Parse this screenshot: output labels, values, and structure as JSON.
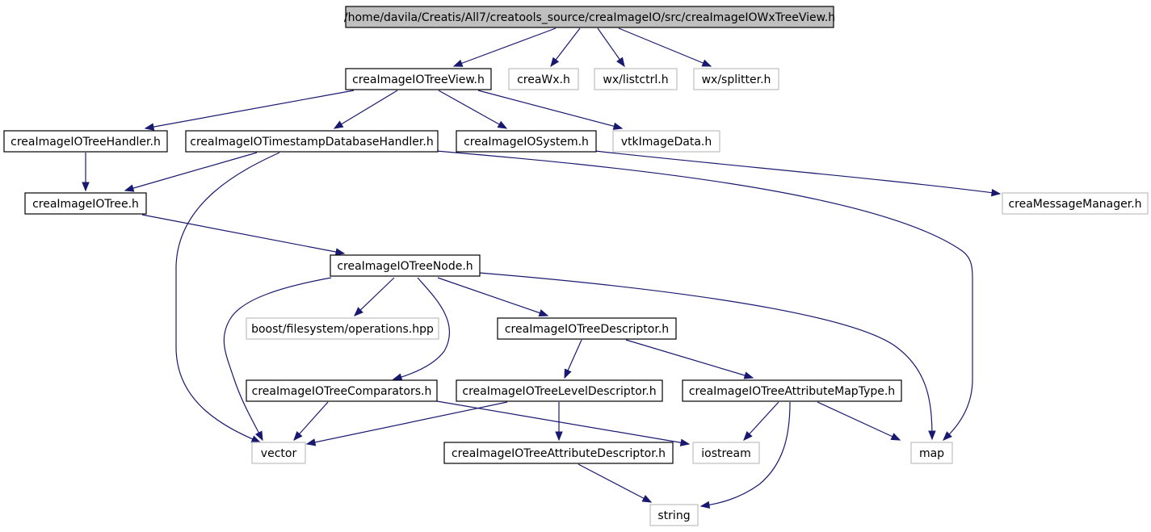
{
  "colors": {
    "edge": "#191970",
    "root_fill": "#bfbfbf",
    "root_border": "#000000",
    "internal_border": "#000000",
    "external_border": "#bfbfbf",
    "background": "#ffffff"
  },
  "nodes": {
    "wxtreeview": {
      "label": "/home/davila/Creatis/All7/creatools_source/creaImageIO/src/creaImageIOWxTreeView.h",
      "kind": "root"
    },
    "treeview": {
      "label": "creaImageIOTreeView.h",
      "kind": "internal"
    },
    "creawx": {
      "label": "creaWx.h",
      "kind": "external"
    },
    "listctrl": {
      "label": "wx/listctrl.h",
      "kind": "external"
    },
    "splitter": {
      "label": "wx/splitter.h",
      "kind": "external"
    },
    "treehandler": {
      "label": "creaImageIOTreeHandler.h",
      "kind": "internal"
    },
    "timestampdb": {
      "label": "creaImageIOTimestampDatabaseHandler.h",
      "kind": "internal"
    },
    "system": {
      "label": "creaImageIOSystem.h",
      "kind": "internal"
    },
    "vtkimagedata": {
      "label": "vtkImageData.h",
      "kind": "external"
    },
    "tree": {
      "label": "creaImageIOTree.h",
      "kind": "internal"
    },
    "messagemanager": {
      "label": "creaMessageManager.h",
      "kind": "external"
    },
    "treenode": {
      "label": "creaImageIOTreeNode.h",
      "kind": "internal"
    },
    "boostfs": {
      "label": "boost/filesystem/operations.hpp",
      "kind": "external"
    },
    "treedescriptor": {
      "label": "creaImageIOTreeDescriptor.h",
      "kind": "internal"
    },
    "comparators": {
      "label": "creaImageIOTreeComparators.h",
      "kind": "internal"
    },
    "leveldescriptor": {
      "label": "creaImageIOTreeLevelDescriptor.h",
      "kind": "internal"
    },
    "attrmaptype": {
      "label": "creaImageIOTreeAttributeMapType.h",
      "kind": "internal"
    },
    "vector": {
      "label": "vector",
      "kind": "external"
    },
    "attrdescriptor": {
      "label": "creaImageIOTreeAttributeDescriptor.h",
      "kind": "internal"
    },
    "iostream": {
      "label": "iostream",
      "kind": "external"
    },
    "map": {
      "label": "map",
      "kind": "external"
    },
    "string": {
      "label": "string",
      "kind": "external"
    }
  },
  "edges": [
    {
      "from": "wxtreeview",
      "to": "treeview"
    },
    {
      "from": "wxtreeview",
      "to": "creawx"
    },
    {
      "from": "wxtreeview",
      "to": "listctrl"
    },
    {
      "from": "wxtreeview",
      "to": "splitter"
    },
    {
      "from": "treeview",
      "to": "treehandler"
    },
    {
      "from": "treeview",
      "to": "timestampdb"
    },
    {
      "from": "treeview",
      "to": "system"
    },
    {
      "from": "treeview",
      "to": "vtkimagedata"
    },
    {
      "from": "treehandler",
      "to": "tree"
    },
    {
      "from": "timestampdb",
      "to": "tree"
    },
    {
      "from": "timestampdb",
      "to": "vector"
    },
    {
      "from": "timestampdb",
      "to": "map"
    },
    {
      "from": "system",
      "to": "messagemanager"
    },
    {
      "from": "tree",
      "to": "treenode"
    },
    {
      "from": "treenode",
      "to": "vector"
    },
    {
      "from": "treenode",
      "to": "boostfs"
    },
    {
      "from": "treenode",
      "to": "comparators"
    },
    {
      "from": "treenode",
      "to": "treedescriptor"
    },
    {
      "from": "treenode",
      "to": "map"
    },
    {
      "from": "treedescriptor",
      "to": "leveldescriptor"
    },
    {
      "from": "treedescriptor",
      "to": "attrmaptype"
    },
    {
      "from": "comparators",
      "to": "vector"
    },
    {
      "from": "comparators",
      "to": "iostream"
    },
    {
      "from": "leveldescriptor",
      "to": "vector"
    },
    {
      "from": "leveldescriptor",
      "to": "attrdescriptor"
    },
    {
      "from": "attrmaptype",
      "to": "iostream"
    },
    {
      "from": "attrmaptype",
      "to": "string"
    },
    {
      "from": "attrmaptype",
      "to": "map"
    },
    {
      "from": "attrdescriptor",
      "to": "string"
    }
  ]
}
